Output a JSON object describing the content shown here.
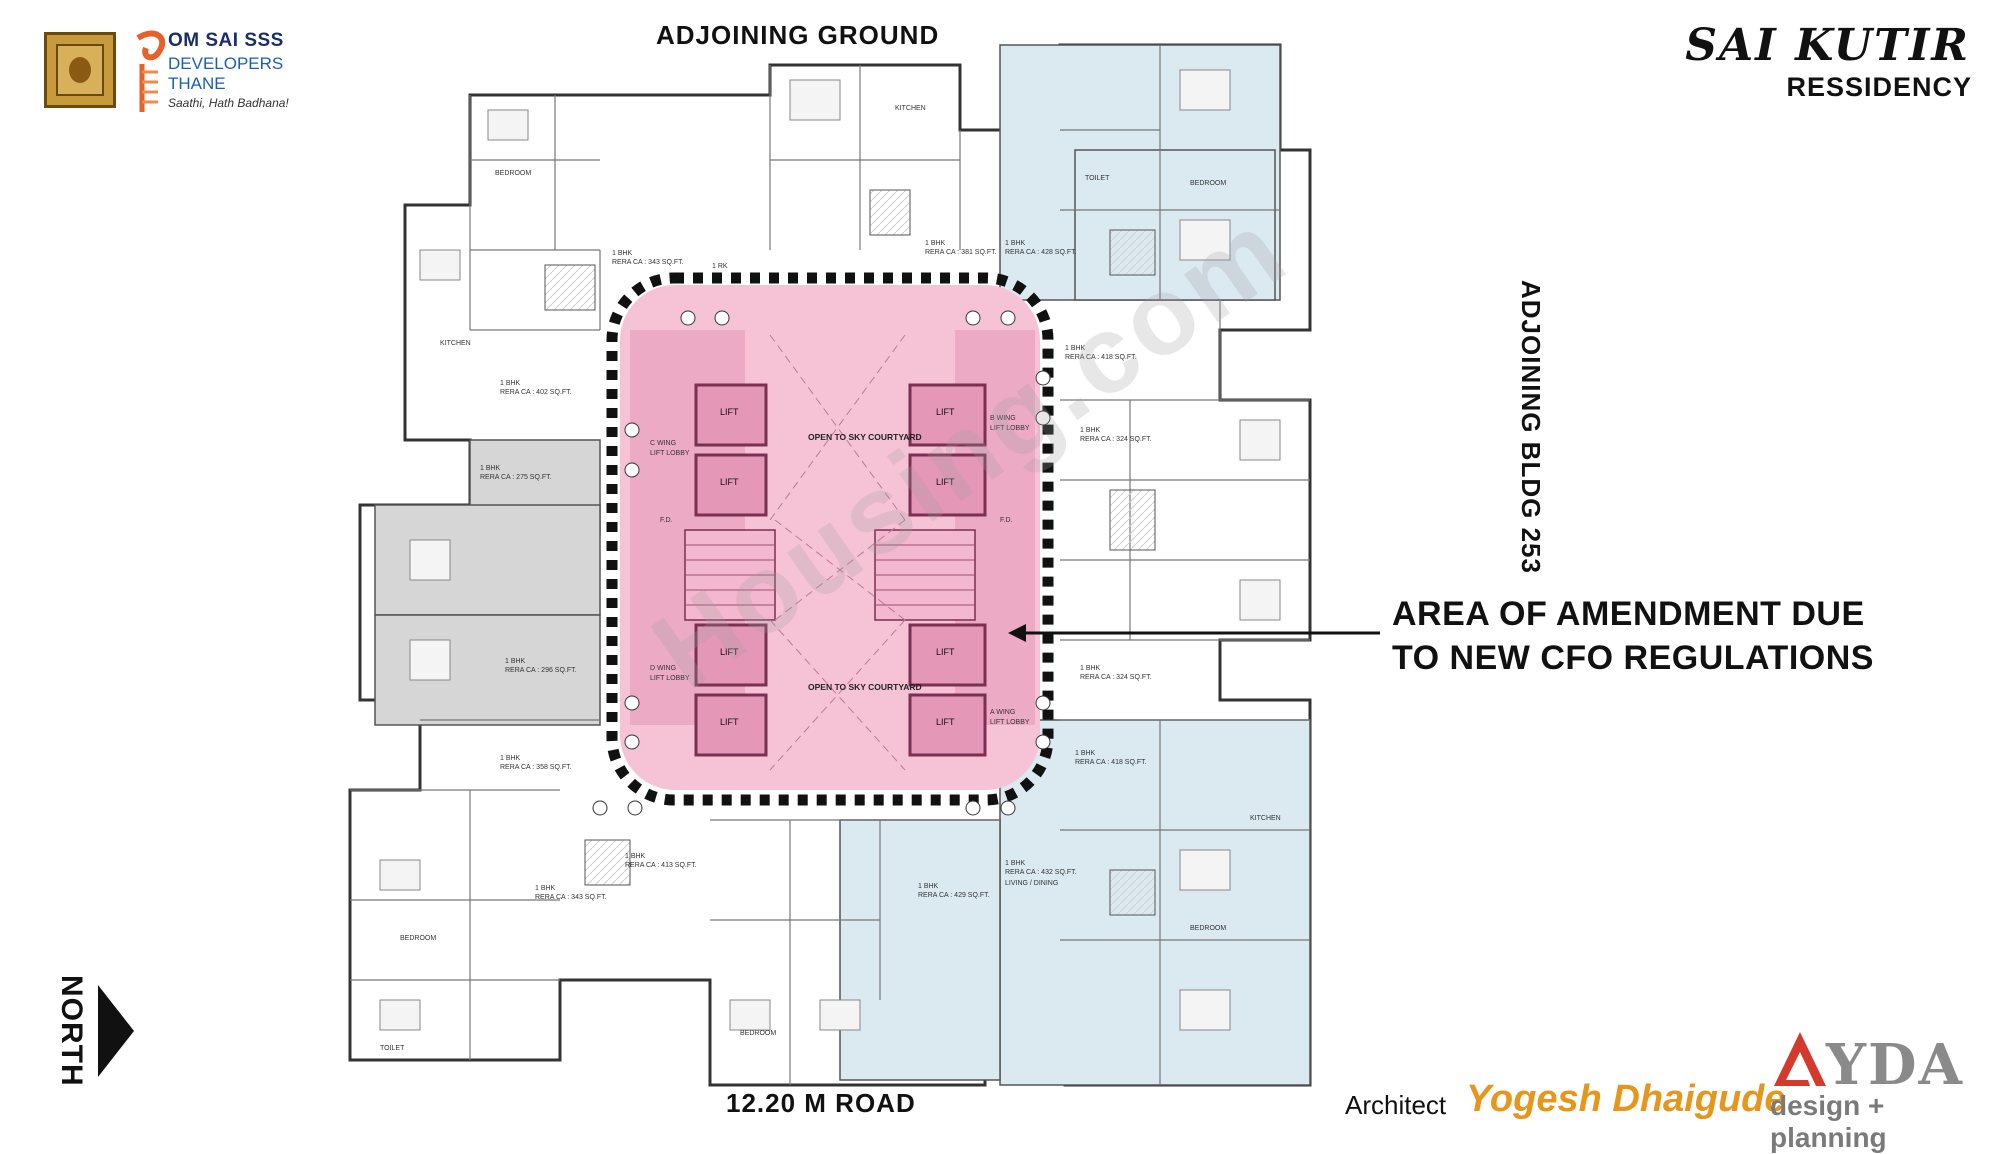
{
  "brand": {
    "line1": "OM SAI SSS",
    "line2": "DEVELOPERS",
    "line3": "THANE",
    "tagline": "Saathi, Hath Badhana!"
  },
  "project": {
    "title": "SAI KUTIR",
    "subtitle": "RESSIDENCY"
  },
  "surroundings": {
    "top": "ADJOINING GROUND",
    "right": "ADJOINING BLDG 253",
    "bottom": "12.20 M ROAD"
  },
  "north": "NORTH",
  "callout": {
    "line1": "AREA OF AMENDMENT DUE",
    "line2": "TO NEW CFO REGULATIONS"
  },
  "architect": {
    "label": "Architect",
    "name": "Yogesh Dhaigude",
    "firm": "AYDA",
    "firm_tag": "design + planning"
  },
  "watermark": "Housing.com",
  "core": {
    "courtyard": "OPEN TO SKY COURTYARD",
    "lift": "LIFT",
    "lift_lobby": "LIFT LOBBY",
    "wing_c": "C WING",
    "wing_b": "B WING",
    "wing_d": "D WING",
    "wing_a": "A WING",
    "fire_duct": "F.D."
  },
  "units": [
    {
      "type": "1 RK",
      "rera": ""
    },
    {
      "type": "1 BHK",
      "rera": "RERA CA : 343 SQ.FT."
    },
    {
      "type": "1 BHK",
      "rera": "RERA CA : 381 SQ.FT."
    },
    {
      "type": "1 BHK",
      "rera": "RERA CA : 428 SQ.FT."
    },
    {
      "type": "1 BHK",
      "rera": "RERA CA : 418 SQ.FT."
    },
    {
      "type": "1 BHK",
      "rera": "RERA CA : 324 SQ.FT."
    },
    {
      "type": "1 BHK",
      "rera": "RERA CA : 402 SQ.FT."
    },
    {
      "type": "1 BHK",
      "rera": "RERA CA : 275 SQ.FT."
    },
    {
      "type": "1 BHK",
      "rera": "RERA CA : 296 SQ.FT."
    },
    {
      "type": "1 BHK",
      "rera": "RERA CA : 358 SQ.FT."
    },
    {
      "type": "1 BHK",
      "rera": "RERA CA : 343 SQ.FT."
    },
    {
      "type": "1 BHK",
      "rera": "RERA CA : 413 SQ.FT."
    },
    {
      "type": "1 BHK",
      "rera": "RERA CA : 429 SQ.FT."
    },
    {
      "type": "1 BHK",
      "rera": "RERA CA : 432 SQ.FT."
    },
    {
      "type": "1 BHK",
      "rera": "RERA CA : 324 SQ.FT."
    },
    {
      "type": "1 BHK",
      "rera": "RERA CA : 418 SQ.FT."
    }
  ],
  "rooms": {
    "bedroom": "BEDROOM",
    "kitchen": "KITCHEN",
    "toilet": "TOILET",
    "living": "LIVING / DINING"
  },
  "colors": {
    "amendment_fill": "#f6c3d6",
    "amendment_dark": "#e890b4",
    "blue_units": "#dbe9f1",
    "grey_units": "#d6d6d6",
    "boundary": "#111111"
  }
}
